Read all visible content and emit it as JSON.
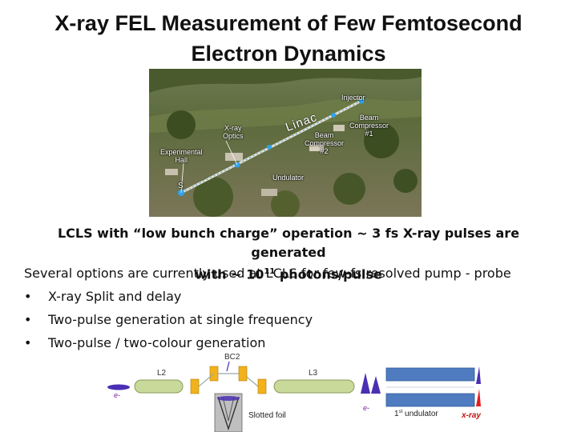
{
  "title": {
    "line1": "X-ray FEL Measurement of Few Femtosecond",
    "line2": "Electron Dynamics"
  },
  "photo": {
    "labels": {
      "injector": "Injector",
      "linac": "Linac",
      "beam_compressor_1": [
        "Beam",
        "Compressor",
        "#1"
      ],
      "beam_compressor_2": [
        "Beam",
        "Compressor",
        "#2"
      ],
      "xray_optics": [
        "X-ray",
        "Optics"
      ],
      "experimental_hall": [
        "Experimental",
        "Hall"
      ],
      "undulator": "Undulator",
      "s_marker": "S"
    }
  },
  "body": {
    "lcls_line1": "LCLS with “low bunch charge” operation ~ 3 fs X-ray pulses are generated",
    "lcls_line2_pre": "with ~ 10",
    "lcls_line2_sup": "11",
    "lcls_line2_post": " photons/pulse",
    "options_line": "Several options are currently used at LCLS for few-fs resolved pump - probe",
    "bullets": [
      "X-ray Split and delay",
      "Two-pulse generation at single frequency",
      "Two-pulse / two-colour generation"
    ],
    "bullet_glyph": "•"
  },
  "schematic": {
    "label_l2": "L2",
    "label_bc2": "BC2",
    "label_l3": "L3",
    "label_eminus_left": "e-",
    "label_eminus_right": "e-",
    "label_slotted_foil": "Slotted foil",
    "label_undulator_pre": "1",
    "label_undulator_sup": "st",
    "label_undulator_post": " undulator",
    "label_xray": "x-ray",
    "colors": {
      "tube": "#c9d99a",
      "magnet": "#f2b21c",
      "undulator": "#4f7bc1",
      "pulse_blue": "#4b2fb3",
      "pulse_red": "#e02020"
    }
  }
}
